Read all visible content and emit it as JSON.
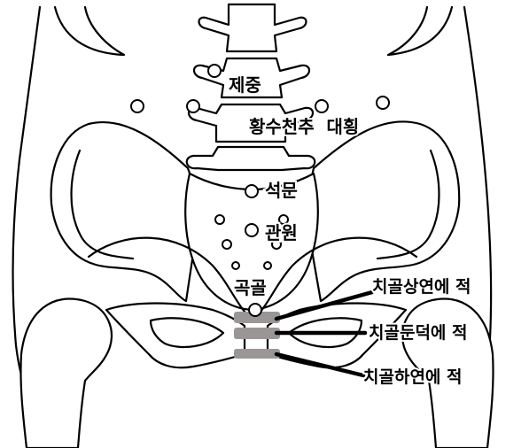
{
  "labels": {
    "jejung": "제중",
    "hwangsu_cheonchu_daehoeng": "황수천추  대횡",
    "seokmun": "석문",
    "gwanwon": "관원",
    "gokgol": "곡골",
    "upper_margin": "치골상연에 적",
    "tubercle": "치골둔덕에 적",
    "lower_margin": "치골하연에 적"
  },
  "colors": {
    "line": "#000000",
    "background": "#ffffff",
    "band": "#9a9696"
  }
}
